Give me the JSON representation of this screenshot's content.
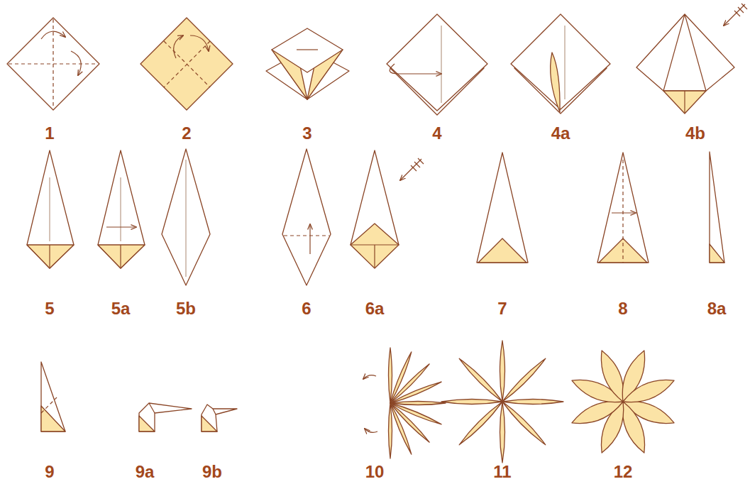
{
  "diagram": {
    "labels": [
      "1",
      "2",
      "3",
      "4",
      "4a",
      "4b",
      "5",
      "5a",
      "5b",
      "6",
      "6a",
      "7",
      "8",
      "8a",
      "9",
      "9a",
      "9b",
      "10",
      "11",
      "12"
    ]
  }
}
